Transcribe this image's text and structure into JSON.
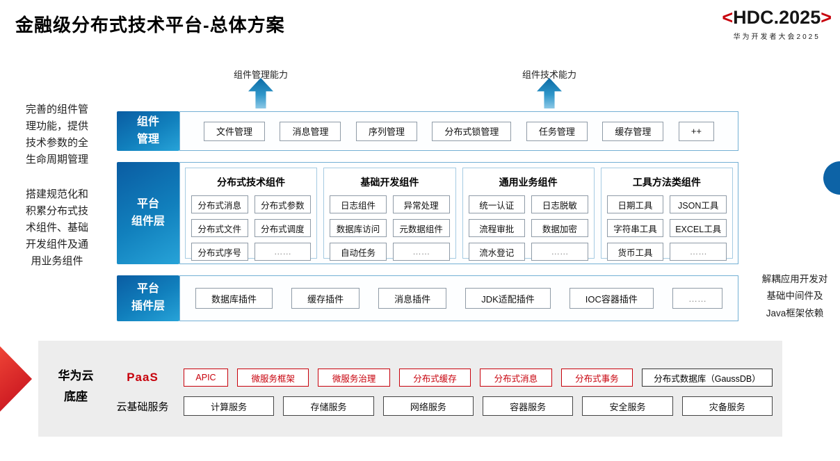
{
  "header": {
    "title": "金融级分布式技术平台-总体方案",
    "logo": {
      "bracket_left": "<",
      "core": "HDC.2025",
      "bracket_right": ">",
      "subtitle": "华为开发者大会2025"
    }
  },
  "annotations": {
    "left_top": "完善的组件管\n理功能，提供\n技术参数的全\n生命周期管理",
    "left_mid": "搭建规范化和\n积累分布式技\n术组件、基础\n开发组件及通\n用业务组件",
    "right": "解耦应用开发对\n基础中间件及\nJava框架依赖",
    "arrow_left_label": "组件管理能力",
    "arrow_right_label": "组件技术能力"
  },
  "component_manage": {
    "label": "组件\n管理",
    "items": [
      "文件管理",
      "消息管理",
      "序列管理",
      "分布式锁管理",
      "任务管理",
      "缓存管理",
      "++"
    ]
  },
  "platform_components": {
    "label": "平台\n组件层",
    "groups": [
      {
        "title": "分布式技术组件",
        "items": [
          "分布式消息",
          "分布式参数",
          "分布式文件",
          "分布式调度",
          "分布式序号",
          "……"
        ]
      },
      {
        "title": "基础开发组件",
        "items": [
          "日志组件",
          "异常处理",
          "数据库访问",
          "元数据组件",
          "自动任务",
          "……"
        ]
      },
      {
        "title": "通用业务组件",
        "items": [
          "统一认证",
          "日志脱敏",
          "流程审批",
          "数据加密",
          "流水登记",
          "……"
        ]
      },
      {
        "title": "工具方法类组件",
        "items": [
          "日期工具",
          "JSON工具",
          "字符串工具",
          "EXCEL工具",
          "货币工具",
          "……"
        ]
      }
    ]
  },
  "platform_plugins": {
    "label": "平台\n插件层",
    "items": [
      "数据库插件",
      "缓存插件",
      "消息插件",
      "JDK适配插件",
      "IOC容器插件",
      "……"
    ]
  },
  "cloud_base": {
    "label": "华为云\n底座",
    "paas": {
      "label": "PaaS",
      "items": [
        "APIC",
        "微服务框架",
        "微服务治理",
        "分布式缓存",
        "分布式消息",
        "分布式事务"
      ],
      "db": "分布式数据库（GaussDB）"
    },
    "iaas": {
      "label": "云基础服务",
      "items": [
        "计算服务",
        "存储服务",
        "网络服务",
        "容器服务",
        "安全服务",
        "灾备服务"
      ]
    }
  },
  "colors": {
    "accent_blue": "#0d63a6",
    "accent_red": "#c7000b",
    "base_gray": "#ededed"
  }
}
